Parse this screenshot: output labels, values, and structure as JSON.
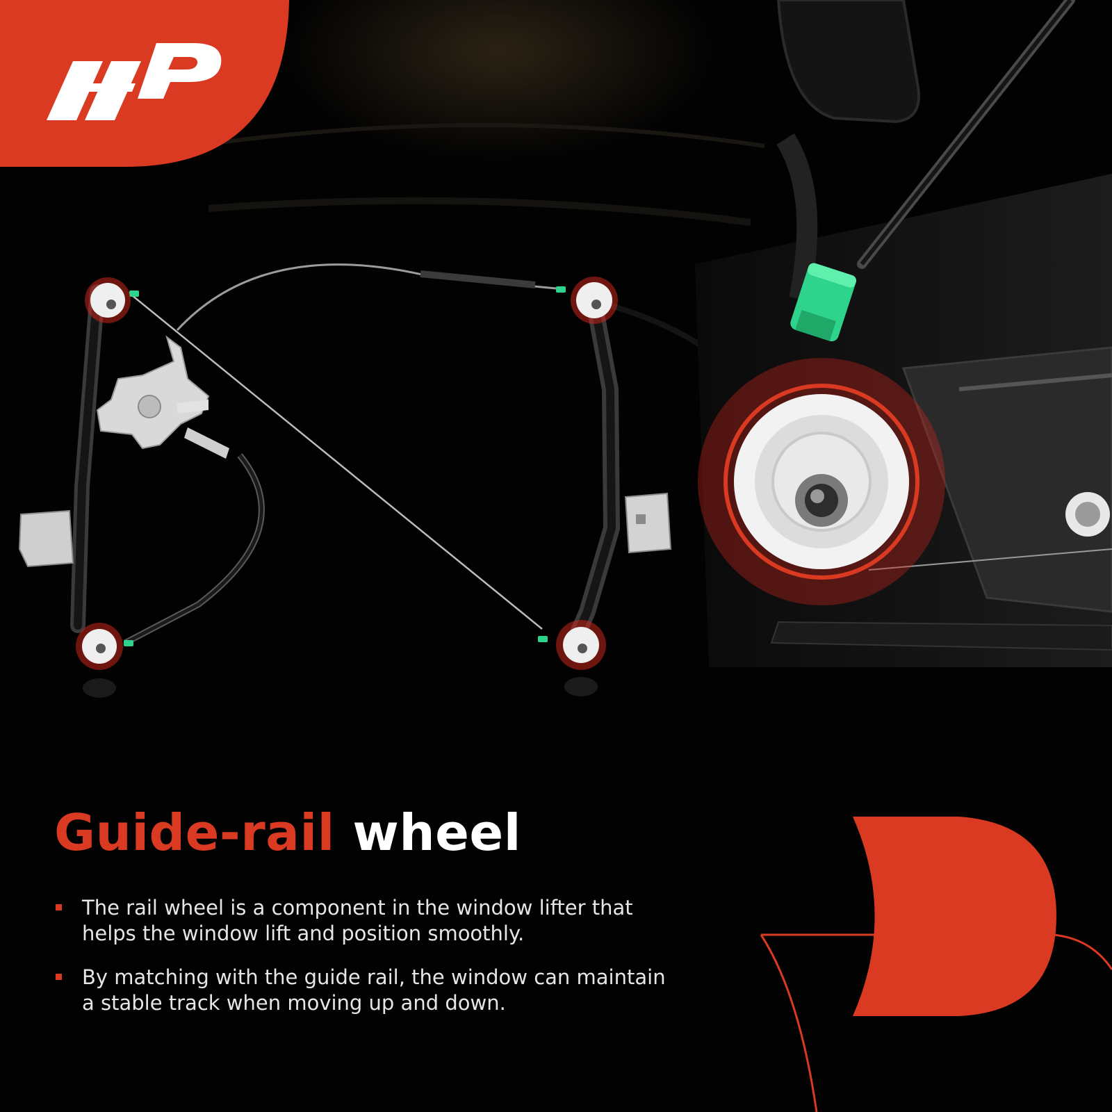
{
  "brand": {
    "accent_color": "#d93a21",
    "highlight_color": "#c7261a",
    "clip_color": "#2fd48c"
  },
  "feature": {
    "title_accent": "Guide-rail",
    "title_rest": "wheel",
    "bullets": [
      "The rail wheel is a component in the window lifter that helps the window lift and position smoothly.",
      "By matching with the guide rail, the window can maintain a stable track when moving up and down."
    ]
  },
  "icons": {
    "logo": "brand-logo-icon",
    "decoration": "half-circle-logo-shape",
    "bullet": "square-bullet-icon"
  }
}
